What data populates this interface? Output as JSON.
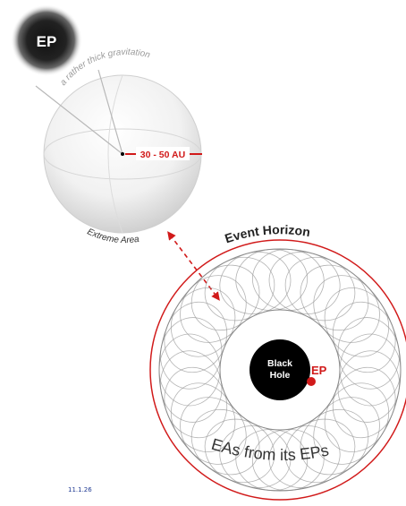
{
  "ep_badge": {
    "label": "EP"
  },
  "sphere": {
    "arc_label": "a rather thick gravitation",
    "radius_label": "30 - 50 AU",
    "bottom_label": "Extreme Area"
  },
  "black_hole_diagram": {
    "title": "Event Horizon",
    "center_label_line1": "Black",
    "center_label_line2": "Hole",
    "ep_label": "EP",
    "bottom_label": "EAs from its EPs"
  },
  "footer": {
    "date": "11.1.26"
  },
  "colors": {
    "accent_red": "#d11a1a",
    "black_hole": "#000000",
    "ring_stroke": "#9a9a9a",
    "footer_blue": "#1f3a93"
  }
}
